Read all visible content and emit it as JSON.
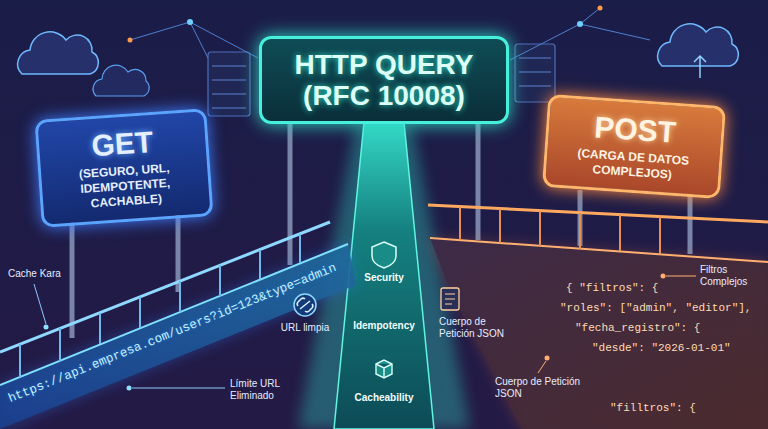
{
  "diagram": {
    "nodes": [
      {
        "text": [
          "HTTP QUERY (RFC 10008)"
        ]
      },
      {
        "text": [
          "GET",
          "(SEGURO, URL, IDEMPOTENTE, CACHABLE)"
        ]
      },
      {
        "text": [
          "POST",
          "(CARGA DE DATOS COMPLEJOS)"
        ]
      }
    ],
    "labels": [
      "https://api.empresa.com/users?id=123&type=admin",
      "Cache Kara",
      "URL limpia",
      "Security",
      "Idempotency",
      "Cacheability",
      "Cuerpo de Petición JSON",
      "Límite URL Eliminado",
      "Filtros Complejos",
      "{ \"filtros\": {",
      "\"roles\": [\"admin\", \"editor\"],",
      "\"fecha_registro\": {",
      "\"desde\": \"2026-01-01\"",
      "\"filltros\": {",
      "Cuerpo de Petición JSON"
    ]
  }
}
